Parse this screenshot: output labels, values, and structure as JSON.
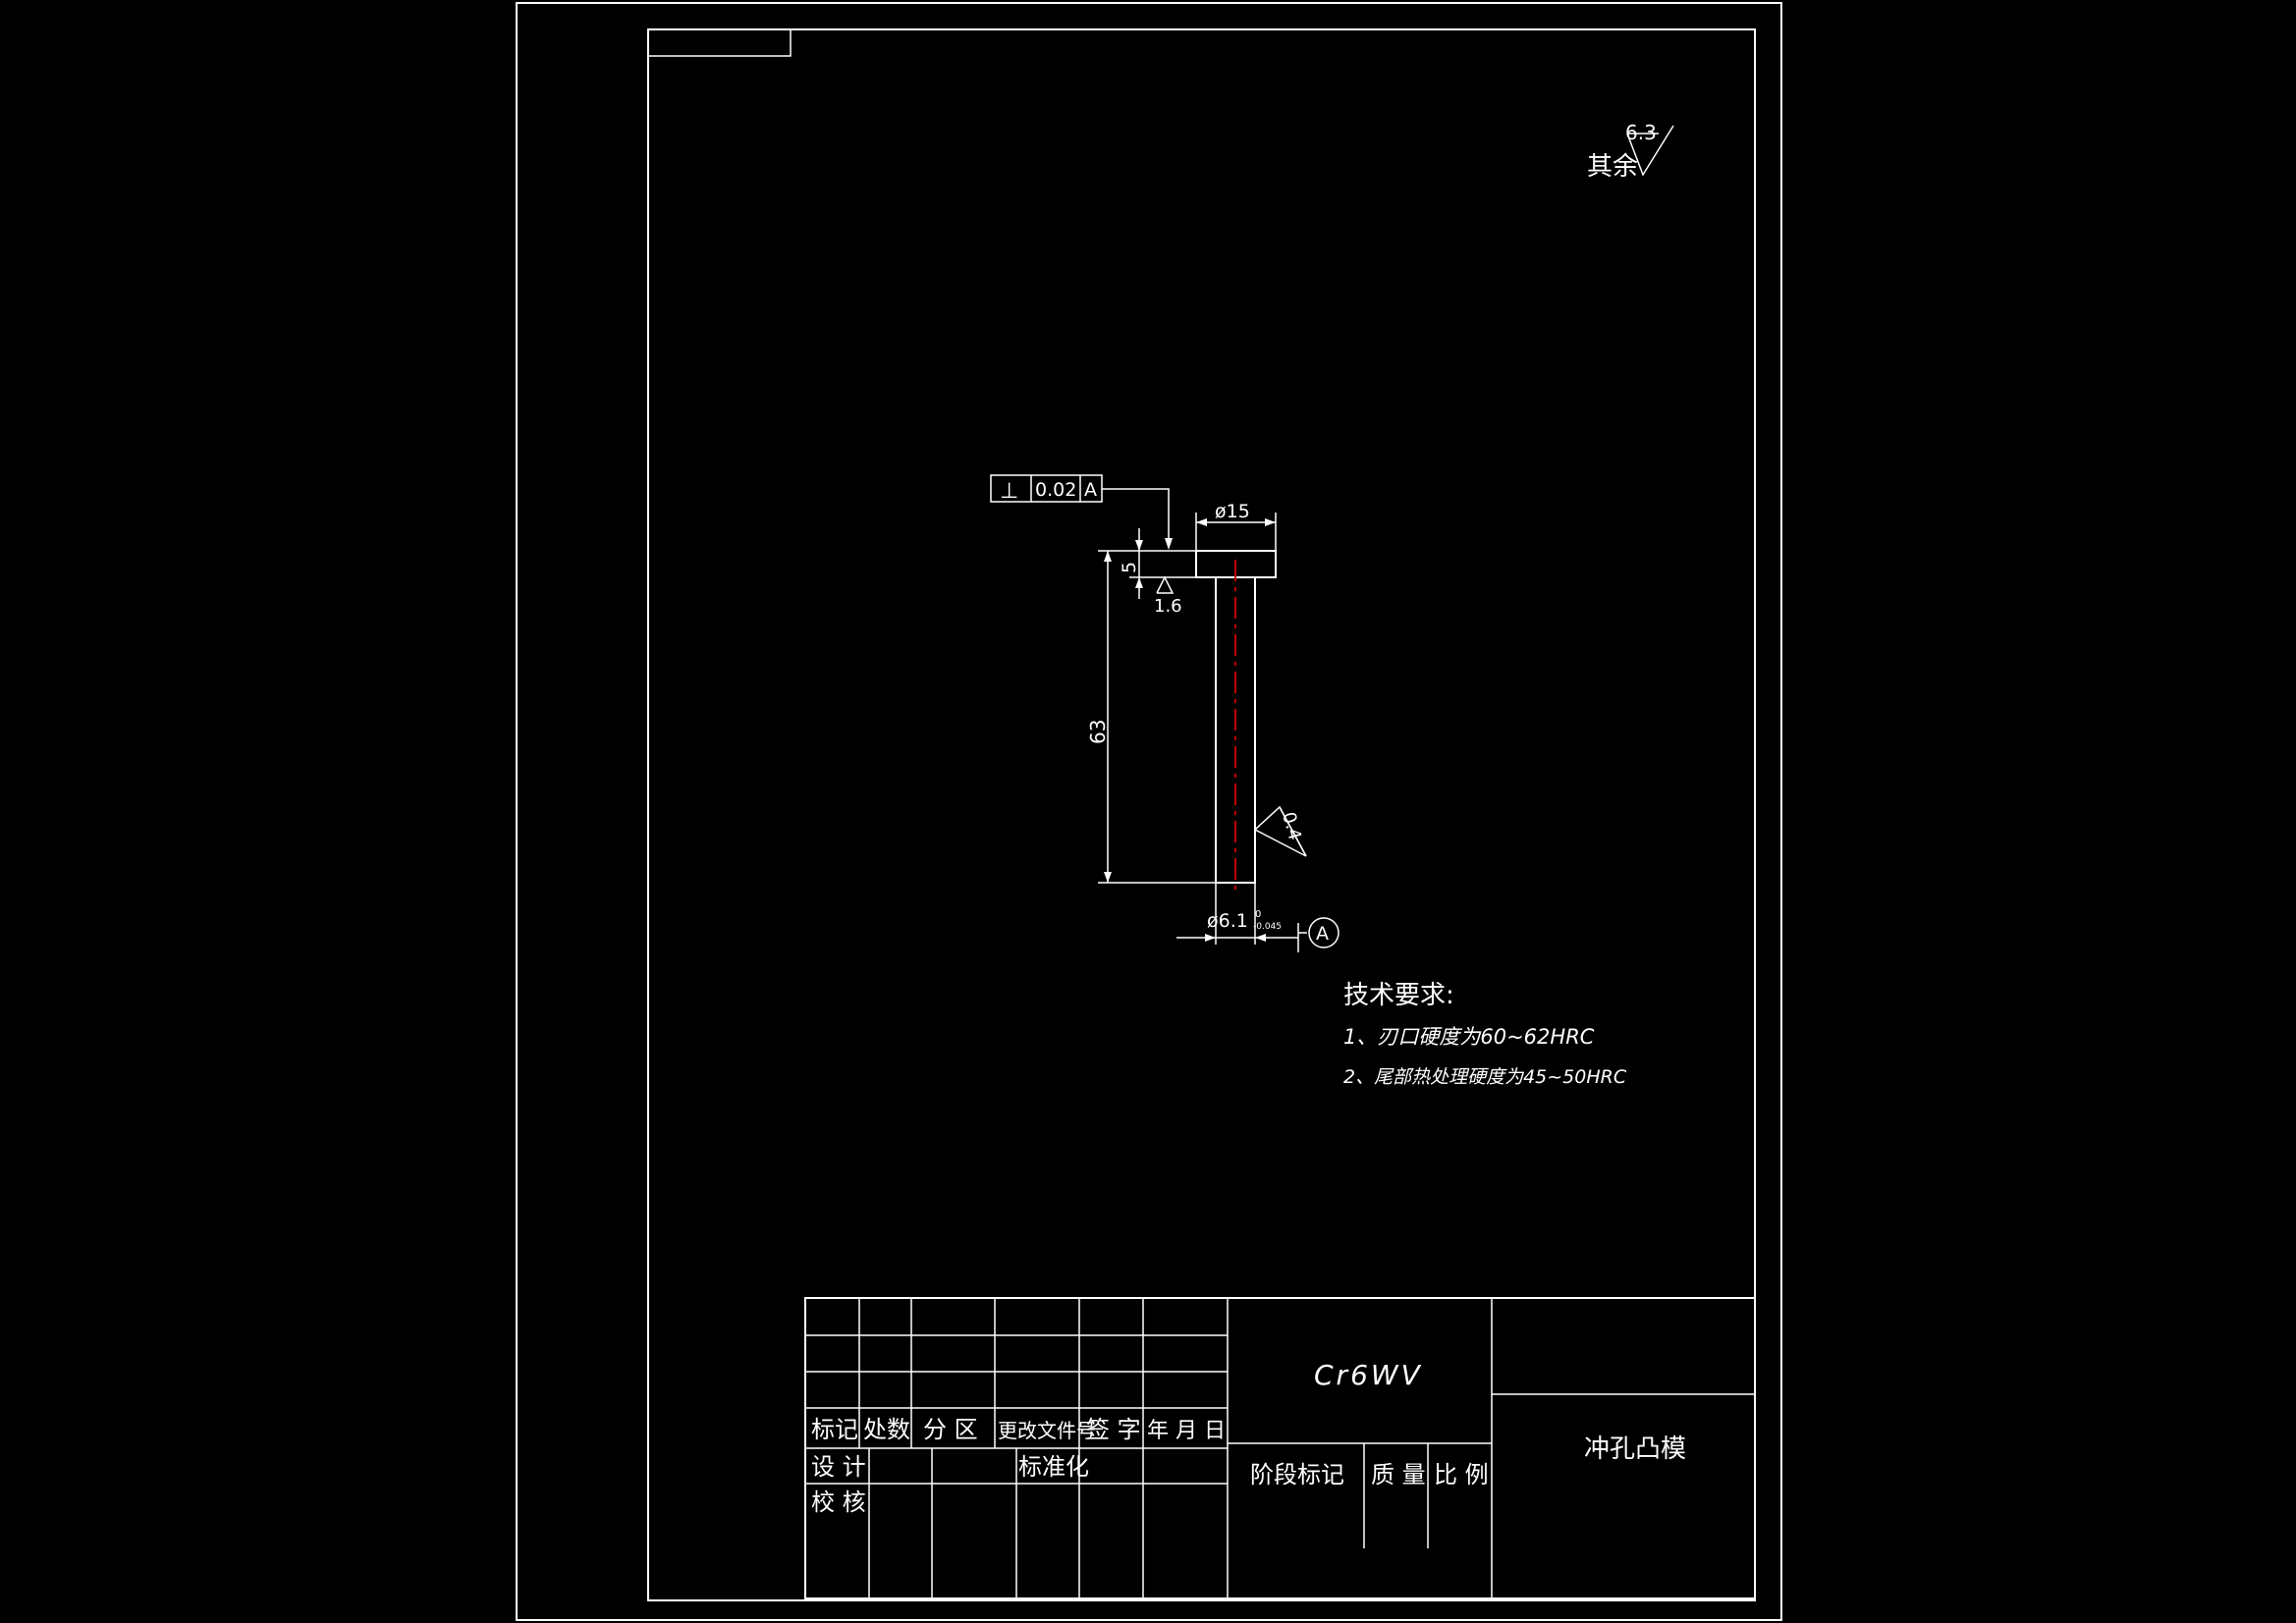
{
  "colors": {
    "background": "#000000",
    "line": "#ffffff",
    "centerline": "#c00000"
  },
  "roughness": {
    "general_label": "其余",
    "general_value": "6.3",
    "head_value": "1.6",
    "shaft_value": "0.4"
  },
  "tolerance_frame": {
    "symbol": "⊥",
    "value": "0.02",
    "datum": "A"
  },
  "dimensions": {
    "head_diameter": "ø15",
    "head_height": "5",
    "total_length": "63",
    "shaft_diameter": "ø6.1",
    "shaft_tol_upper": "0",
    "shaft_tol_lower": "-0.045",
    "datum_label": "A"
  },
  "tech_requirements": {
    "title": "技术要求:",
    "items": [
      "1、刃口硬度为60~62HRC",
      "2、尾部热处理硬度为45~50HRC"
    ]
  },
  "title_block": {
    "material": "Cr6WV",
    "part_name": "冲孔凸模",
    "revision_headers": [
      "标记",
      "处数",
      "分 区",
      "更改文件号",
      "签 字",
      "年 月 日"
    ],
    "design_label": "设 计",
    "check_label": "校 核",
    "standardization_label": "标准化",
    "stage_mark_label": "阶段标记",
    "mass_label": "质 量",
    "scale_label": "比 例"
  }
}
